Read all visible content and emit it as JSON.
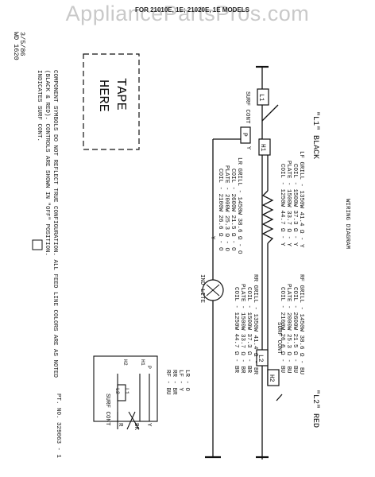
{
  "watermark": "AppliancePartsPros.com",
  "header": {
    "models": "FOR 21010E, 1E; 21020E, 1E MODELS",
    "date": "3/5/86",
    "code": "WD 1620"
  },
  "title": "WIRING DIAGRAM",
  "tape": {
    "line1": "TAPE",
    "line2": "HERE"
  },
  "lines": {
    "l1": "\"L1\" BLACK",
    "l2": "\"L2\" RED"
  },
  "boxes": {
    "l1": "L1",
    "l2": "L2",
    "h1": "H1",
    "h2": "H2",
    "p": "P",
    "surf_cont_left": "SURF CONT",
    "surf_cont_right": "SURF CONT",
    "ind_lite": "IND LITE",
    "wire_y_p": "Y",
    "wire_y_coil": "Y"
  },
  "elements": {
    "lf": [
      "LF  GRILL - 1350W 41.4 Ω - Y",
      "COIL - 1500W 37.3 Ω - Y",
      "PLATE - 1500W 33.7 Ω - Y",
      "COIL - 1250W 44.7 Ω - Y"
    ],
    "lr": [
      "LR  GRILL - 1450W 38.6 Ω - O",
      "COIL - 2600W 21.5 Ω - O",
      "PLATE - 2000W 25.3 Ω - O",
      "COIL - 2100W 26.6 Ω - O"
    ],
    "rf": [
      "RF  GRILL - 1450W 38.6 Ω - BU",
      "COIL - 2600W 21.5 Ω - BU",
      "PLATE - 2000W 25.3 Ω - BU",
      "COIL - 2100W 26.6 Ω - BU"
    ],
    "rr": [
      "RR  GRILL - 1350W 41.4 Ω - BR",
      "COIL - 1500W 37.3 Ω - BR",
      "PLATE - 1500W 33.7 Ω - BR",
      "COIL - 1250W 44.7 Ω - BR"
    ]
  },
  "notes": [
    "COMPONENT SYMBOLS DO NOT REFLECT TRUE CONFIGURATION.  ALL FEED LINE COLORS ARE AS NOTED",
    "(BLACK & RED).  CONTROLS ARE SHOWN IN \"OFF\" POSITION.",
    "INDICATES SURF CONT."
  ],
  "legend": {
    "items": [
      "LR - O",
      "LF - Y",
      "RR - BR",
      "RF - BU"
    ],
    "terminals": [
      "P",
      "H1",
      "H2",
      "L1",
      "L2"
    ],
    "wires": [
      "Y",
      "BK",
      "R"
    ],
    "label": "SURF CONT"
  },
  "part_no": "PT. NO. 329063 - 1"
}
